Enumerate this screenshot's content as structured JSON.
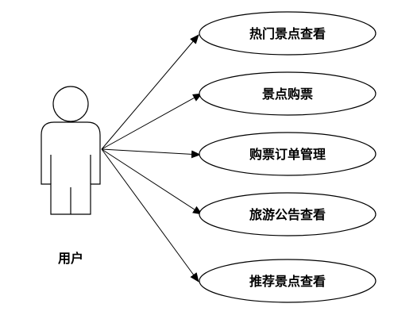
{
  "diagram": {
    "actor": {
      "label": "用户"
    },
    "use_cases": [
      {
        "id": "uc1",
        "label": "热门景点查看"
      },
      {
        "id": "uc2",
        "label": "景点购票"
      },
      {
        "id": "uc3",
        "label": "购票订单管理"
      },
      {
        "id": "uc4",
        "label": "旅游公告查看"
      },
      {
        "id": "uc5",
        "label": "推荐景点查看"
      }
    ],
    "associations": [
      {
        "from": "actor",
        "to": "uc1"
      },
      {
        "from": "actor",
        "to": "uc2"
      },
      {
        "from": "actor",
        "to": "uc3"
      },
      {
        "from": "actor",
        "to": "uc4"
      },
      {
        "from": "actor",
        "to": "uc5"
      }
    ]
  }
}
